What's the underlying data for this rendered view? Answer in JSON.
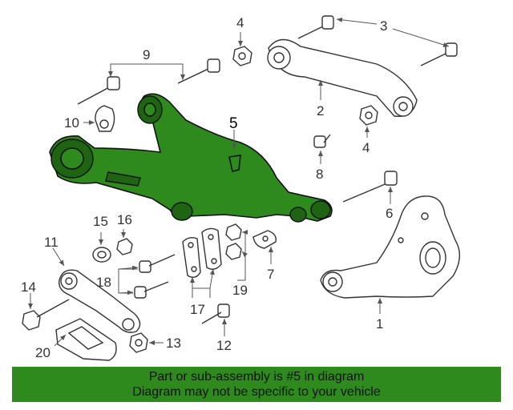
{
  "callouts": [
    "1",
    "2",
    "3",
    "4",
    "4",
    "5",
    "6",
    "7",
    "8",
    "9",
    "10",
    "11",
    "12",
    "13",
    "14",
    "15",
    "16",
    "17",
    "18",
    "19",
    "20"
  ],
  "highlight_color": "#2f8a1e",
  "banner": {
    "line1": "Part or sub-assembly is #5 in diagram",
    "line2": "Diagram may not be specific to your vehicle"
  }
}
